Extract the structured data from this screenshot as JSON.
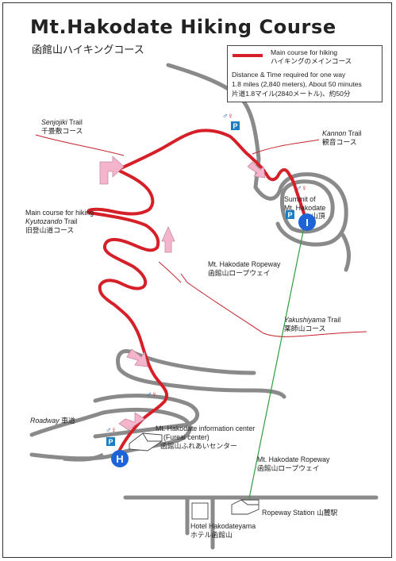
{
  "title": "Mt.Hakodate Hiking Course",
  "subtitle": "函館山ハイキングコース",
  "legend": {
    "line1": "Main course for hiking",
    "line2": "ハイキングのメインコース",
    "info1": "Distance & Time required for one way",
    "info2": "1.8 miles (2,840 meters),  About 50 minutes",
    "info3": "片道1.8マイル(2840メートル)、約50分",
    "route_color": "#d62029"
  },
  "labels": {
    "senjojiki_en": "Senjojiki",
    "trail_word": "Trail",
    "senjojiki_jp": "千畳敷コース",
    "kannon_en": "Kannon",
    "kannon_jp": "観音コース",
    "summit_en1": "Summit of",
    "summit_en2": "Mt. Hakodate",
    "summit_jp": "山頂",
    "main_course": "Main course for hiking",
    "kyutozando_en": "Kyutozando",
    "kyutozando_jp": "旧登山道コース",
    "ropeway1_en": "Mt. Hakodate Ropeway",
    "ropeway1_jp": "函館山ロープウェイ",
    "yakushiyama_en": "Yakushiyama",
    "yakushiyama_jp": "薬師山コース",
    "roadway_en": "Roadway",
    "roadway_jp": "車道",
    "info_center_en": "Mt. Hakodate information center",
    "info_center_en2": "(Fureai center)",
    "info_center_jp": "函館山ふれあいセンター",
    "ropeway2_en": "Mt. Hakodate Ropeway",
    "ropeway2_jp": "函館山ロープウェイ",
    "station": "Ropeway Station  山麓駅",
    "hotel_en": "Hotel Hakodateyama",
    "hotel_jp": "ホテル函館山"
  },
  "markers": {
    "start": "H",
    "summit": "I",
    "parking": "P",
    "toilet_male": "♂",
    "toilet_female": "♀"
  },
  "colors": {
    "road": "#8a8a8a",
    "trail": "#d62029",
    "ropeway": "#2e9e3e",
    "arrow": "#f4b5cc",
    "badge": "#1e64d8"
  }
}
